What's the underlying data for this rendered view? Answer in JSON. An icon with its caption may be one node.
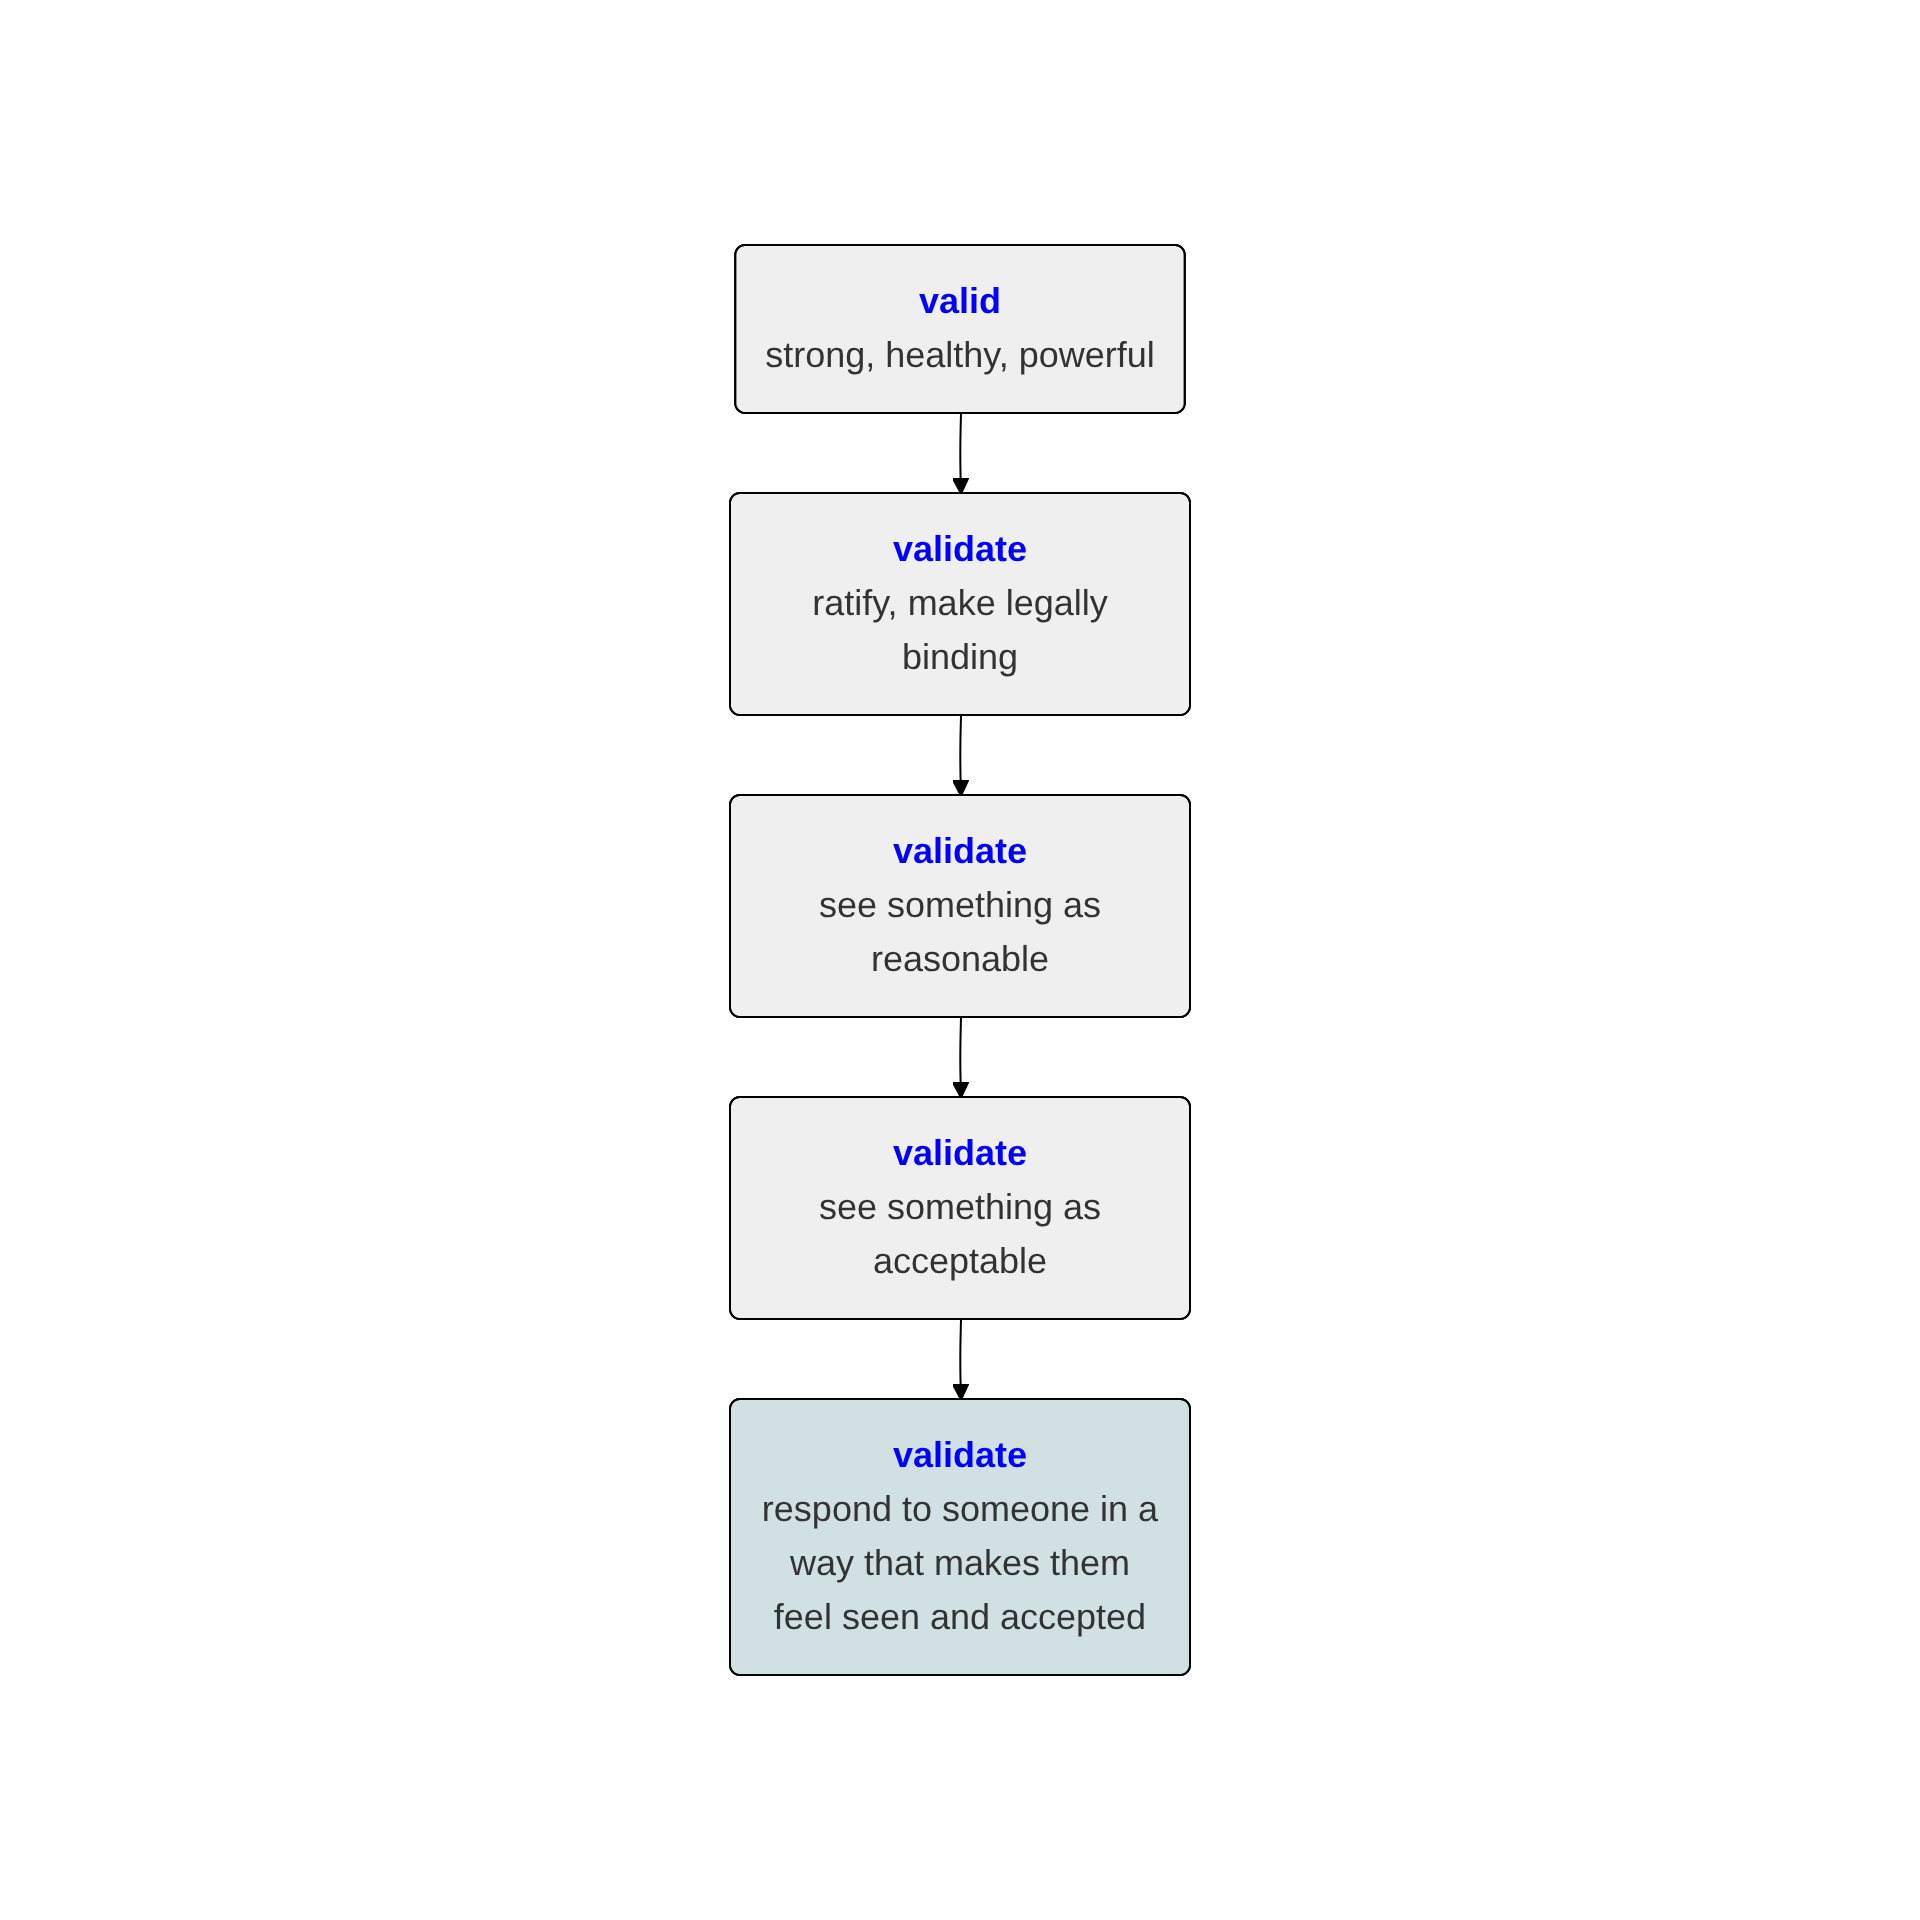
{
  "diagram": {
    "nodes": [
      {
        "text": [
          "valid",
          "strong, healthy, powerful"
        ]
      },
      {
        "text": [
          "validate",
          "ratify, make legally binding"
        ]
      },
      {
        "text": [
          "validate",
          "see something as reasonable"
        ]
      },
      {
        "text": [
          "validate",
          "see something as acceptable"
        ]
      },
      {
        "text": [
          "validate",
          "respond to someone in a way that makes them feel seen and accepted"
        ]
      }
    ],
    "edges": [
      {
        "from": 0,
        "to": 1,
        "arrow": "to"
      },
      {
        "from": 1,
        "to": 2,
        "arrow": "to"
      },
      {
        "from": 2,
        "to": 3,
        "arrow": "to"
      },
      {
        "from": 3,
        "to": 4,
        "arrow": "to"
      }
    ]
  }
}
